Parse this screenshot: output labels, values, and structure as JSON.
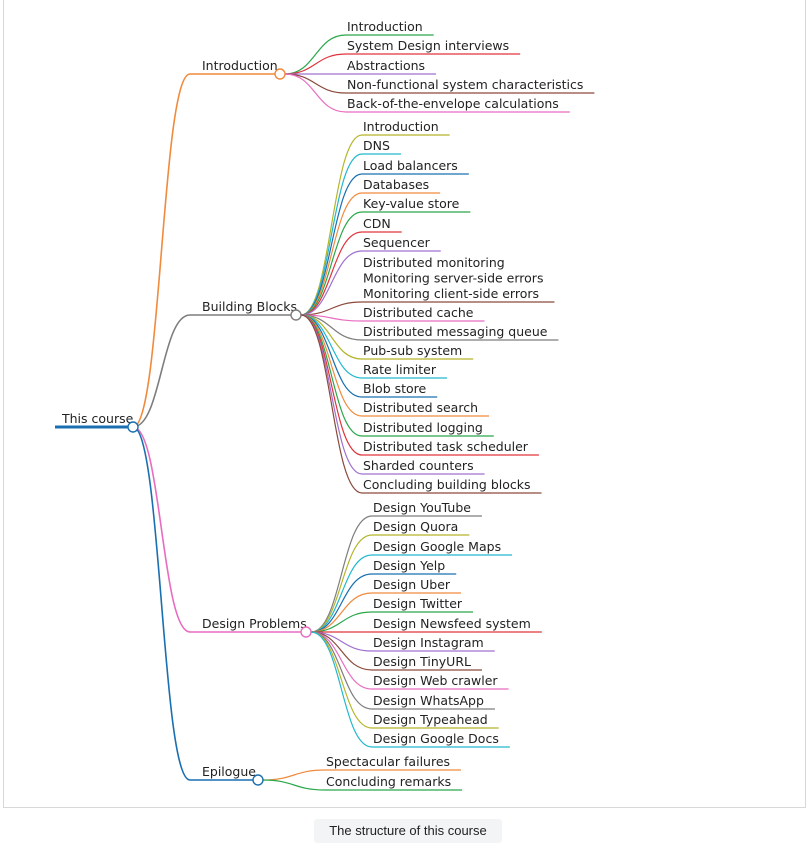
{
  "diagram": {
    "root": "This course",
    "branches": [
      {
        "label": "Introduction",
        "color": "#f08a3c",
        "children": [
          {
            "label": "Introduction",
            "color": "#2aa84a"
          },
          {
            "label": "System Design interviews",
            "color": "#e0343c"
          },
          {
            "label": "Abstractions",
            "color": "#a070d0"
          },
          {
            "label": "Non-functional system characteristics",
            "color": "#8b4a3c"
          },
          {
            "label": "Back-of-the-envelope calculations",
            "color": "#e86cc0"
          }
        ]
      },
      {
        "label": "Building Blocks",
        "color": "#7d7d7d",
        "children": [
          {
            "label": "Introduction",
            "color": "#b5b52a"
          },
          {
            "label": "DNS",
            "color": "#22b8cf"
          },
          {
            "label": "Load balancers",
            "color": "#1a6fb0"
          },
          {
            "label": "Databases",
            "color": "#f08a3c"
          },
          {
            "label": "Key-value store",
            "color": "#2aa84a"
          },
          {
            "label": "CDN",
            "color": "#e0343c"
          },
          {
            "label": "Sequencer",
            "color": "#a070d0"
          },
          {
            "label": "Distributed monitoring\nMonitoring server-side errors\nMonitoring client-side errors",
            "color": "#8b4a3c"
          },
          {
            "label": "Distributed cache",
            "color": "#e86cc0"
          },
          {
            "label": "Distributed messaging queue",
            "color": "#7d7d7d"
          },
          {
            "label": "Pub-sub system",
            "color": "#b5b52a"
          },
          {
            "label": "Rate limiter",
            "color": "#22b8cf"
          },
          {
            "label": "Blob store",
            "color": "#1a6fb0"
          },
          {
            "label": "Distributed search",
            "color": "#f08a3c"
          },
          {
            "label": "Distributed logging",
            "color": "#2aa84a"
          },
          {
            "label": "Distributed task scheduler",
            "color": "#e0343c"
          },
          {
            "label": "Sharded counters",
            "color": "#a070d0"
          },
          {
            "label": "Concluding building blocks",
            "color": "#8b4a3c"
          }
        ]
      },
      {
        "label": "Design Problems",
        "color": "#e86cc0",
        "children": [
          {
            "label": "Design YouTube",
            "color": "#7d7d7d"
          },
          {
            "label": "Design Quora",
            "color": "#b5b52a"
          },
          {
            "label": "Design Google Maps",
            "color": "#22b8cf"
          },
          {
            "label": "Design Yelp",
            "color": "#1a6fb0"
          },
          {
            "label": "Design Uber",
            "color": "#f08a3c"
          },
          {
            "label": "Design Twitter",
            "color": "#2aa84a"
          },
          {
            "label": "Design Newsfeed system",
            "color": "#e0343c"
          },
          {
            "label": "Design Instagram",
            "color": "#a070d0"
          },
          {
            "label": "Design TinyURL",
            "color": "#8b4a3c"
          },
          {
            "label": "Design Web crawler",
            "color": "#e86cc0"
          },
          {
            "label": "Design WhatsApp",
            "color": "#7d7d7d"
          },
          {
            "label": "Design Typeahead",
            "color": "#b5b52a"
          },
          {
            "label": "Design Google Docs",
            "color": "#22b8cf"
          }
        ]
      },
      {
        "label": "Epilogue",
        "color": "#1a6fb0",
        "children": [
          {
            "label": "Spectacular failures",
            "color": "#f08a3c"
          },
          {
            "label": "Concluding remarks",
            "color": "#2aa84a"
          }
        ]
      }
    ]
  },
  "caption": "The structure of this course",
  "colors": {
    "root_line": "#1a6fb0",
    "caption_bg": "#f3f4f6",
    "frame_border": "#d8d8d8"
  }
}
